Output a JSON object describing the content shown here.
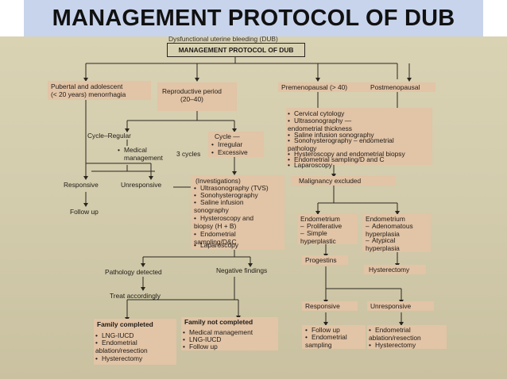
{
  "slide": {
    "title": "MANAGEMENT PROTOCOL OF DUB"
  },
  "diagram": {
    "top_caption": "Dysfunctional uterine bleeding (DUB)",
    "main_box": "MANAGEMENT PROTOCOL OF DUB",
    "categories": {
      "pubertal": "Pubertal and adolescent\n(< 20 years) menorrhagia",
      "reproductive": "Reproductive period\n(20–40)",
      "premenopausal": "Premenopausal (> 40)",
      "postmenopausal": "Postmenopausal"
    },
    "pubertal_branch": {
      "responsive": "Responsive",
      "unresponsive": "Unresponsive",
      "follow_up": "Follow up"
    },
    "reproductive_branch": {
      "cycle_regular": "Cycle–Regular",
      "medical_mgmt_1": "Medical",
      "medical_mgmt_2": "management",
      "three_cycles": "3 cycles",
      "cycle_irregular": [
        "Cycle —",
        "Irregular",
        "Excessive"
      ],
      "investigations_title": "(Investigations)",
      "investigations": [
        "Ultrasonography (TVS)",
        "Sonohysterography",
        "Saline infusion\nsonography",
        "Hysteroscopy and\nbiopsy (H + B)",
        "Endometrial\nsampling/D&C",
        "Laparoscopy"
      ],
      "pathology_detected": "Pathology detected",
      "negative_findings": "Negative findings",
      "treat_accordingly": "Treat accordingly",
      "family_completed": "Family completed",
      "family_completed_items": [
        "LNG-IUCD",
        "Endometrial\nablation/resection",
        "Hysterectomy"
      ],
      "family_not_completed": "Family not completed",
      "family_not_completed_items": [
        "Medical management",
        "LNG-IUCD",
        "Follow up"
      ]
    },
    "premenopausal_branch": {
      "workup": [
        "Cervical cytology",
        "Ultrasonography —\nendometrial thickness",
        "Saline infusion sonography",
        "Sonohysterography – endometrial\npathology",
        "Hysteroscopy and endometrial biopsy",
        "Endometrial sampling/D and C",
        "Laparoscopy"
      ],
      "malignancy_excluded": "Malignancy excluded",
      "endometrium_left_title": "Endometrium",
      "endometrium_left": [
        "Proliferative",
        "Simple\nhyperplastic"
      ],
      "endometrium_right_title": "Endometrium",
      "endometrium_right": [
        "Adenomatous\nhyperplasia",
        "Atypical\nhyperplasia"
      ],
      "progestins": "Progestins",
      "hysterectomy": "Hysterectomy",
      "responsive": "Responsive",
      "unresponsive": "Unresponsive",
      "responsive_items": [
        "Follow up",
        "Endometrial\nsampling"
      ],
      "unresponsive_items": [
        "Endometrial\nablation/resection",
        "Hysterectomy"
      ]
    }
  },
  "colors": {
    "banner_bg": "#c8d4ec",
    "page_bg": "#d6cfb0",
    "box_bg": "#e2c4a6",
    "ink": "#1f1b17"
  }
}
